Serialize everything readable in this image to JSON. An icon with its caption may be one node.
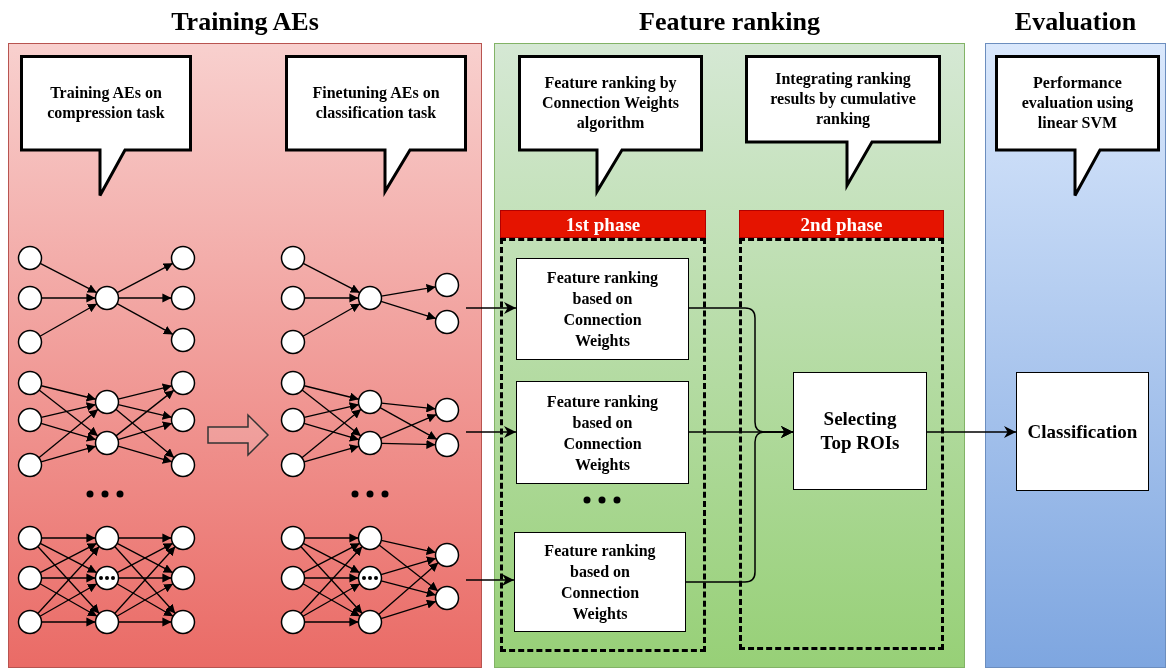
{
  "diagram": {
    "nodes": [
      {
        "text": [
          "Training AEs"
        ]
      },
      {
        "text": [
          "Training AEs on compression task"
        ],
        "in": 0
      },
      {
        "text": [
          "Finetuning AEs on classification task"
        ],
        "in": 0
      },
      {
        "text": [],
        "shape": "picture",
        "in": 0
      },
      {
        "text": [],
        "shape": "picture",
        "in": 0
      },
      {
        "text": [],
        "shape": "picture",
        "in": 0
      },
      {
        "text": [],
        "shape": "picture",
        "in": 0
      },
      {
        "text": [],
        "shape": "picture",
        "in": 0
      },
      {
        "text": [],
        "shape": "picture",
        "in": 0
      },
      {
        "text": [
          "Feature ranking"
        ]
      },
      {
        "text": [
          "Feature ranking by Connection Weights algorithm"
        ],
        "in": 9
      },
      {
        "text": [
          "Integrating ranking results by cumulative ranking"
        ],
        "in": 9
      },
      {
        "text": [
          "1st phase"
        ],
        "in": 9
      },
      {
        "text": [
          "Feature ranking based on Connection Weights"
        ],
        "in": 12
      },
      {
        "text": [
          "Feature ranking based on Connection Weights"
        ],
        "in": 12
      },
      {
        "text": [
          "Feature ranking based on Connection Weights"
        ],
        "in": 12
      },
      {
        "text": [
          "2nd phase"
        ],
        "in": 9
      },
      {
        "text": [
          "Selecting Top ROIs"
        ],
        "in": 16
      },
      {
        "text": [
          "Evaluation"
        ]
      },
      {
        "text": [
          "Performance evaluation using linear SVM"
        ],
        "in": 18
      },
      {
        "text": [
          "Classification"
        ],
        "in": 18
      }
    ],
    "edges": [
      {
        "from": 4,
        "to": 7,
        "arrow": "to"
      },
      {
        "from": 6,
        "to": 13,
        "arrow": "to"
      },
      {
        "from": 7,
        "to": 14,
        "arrow": "to"
      },
      {
        "from": 8,
        "to": 15,
        "arrow": "to"
      },
      {
        "from": 13,
        "to": 17,
        "arrow": "to"
      },
      {
        "from": 14,
        "to": 17,
        "arrow": "to"
      },
      {
        "from": 15,
        "to": 17,
        "arrow": "to"
      },
      {
        "from": 17,
        "to": 20,
        "arrow": "to"
      }
    ]
  }
}
